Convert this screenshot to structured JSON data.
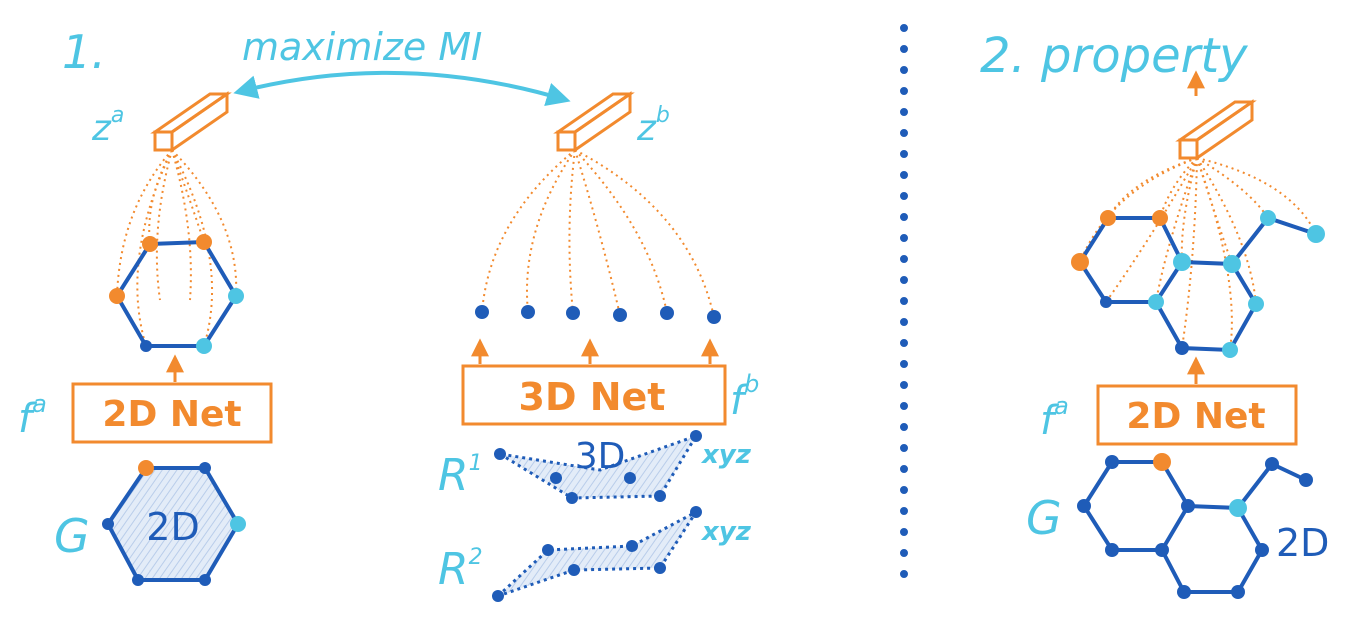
{
  "labels": {
    "step1": "1.",
    "maximize_mi": "maximize MI",
    "za": "z",
    "za_sup": "a",
    "zb": "z",
    "zb_sup": "b",
    "fa_left": "f",
    "fa_left_sup": "a",
    "fb": "f",
    "fb_sup": "b",
    "net2d_left": "2D Net",
    "net3d": "3D Net",
    "g_left": "G",
    "g_left_inner": "2D",
    "r1": "R",
    "r1_sup": "1",
    "r2": "R",
    "r2_sup": "2",
    "label_3d": "3D",
    "xyz1": "xyz",
    "xyz2": "xyz",
    "step2": "2. property",
    "fa_right": "f",
    "fa_right_sup": "a",
    "net2d_right": "2D Net",
    "g_right": "G",
    "g_right_label": "2D"
  },
  "colors": {
    "orange": "#f28a2e",
    "dark_blue": "#1f5cb8",
    "light_blue": "#4ec5e3",
    "plane_fill": "#c9d9f0"
  }
}
